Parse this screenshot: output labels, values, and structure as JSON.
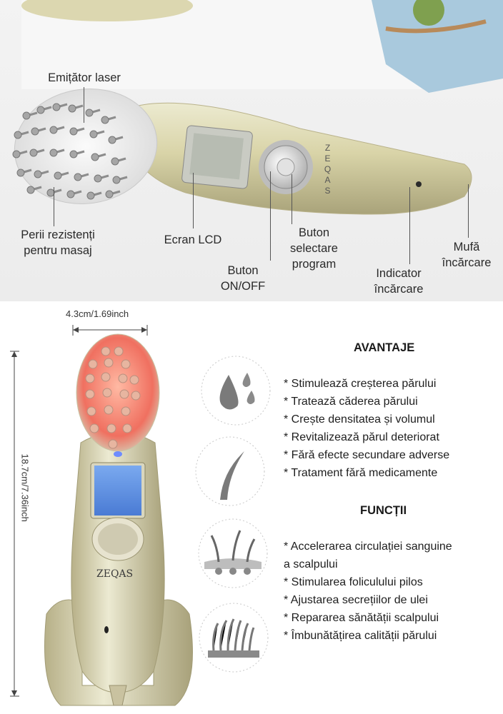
{
  "brand": "ZEQAS",
  "callouts": {
    "laser_emitter": "Emițător laser",
    "massage_bristles": [
      "Perii rezistenți",
      "pentru masaj"
    ],
    "lcd_screen": "Ecran LCD",
    "on_off_button": [
      "Buton",
      "ON/OFF"
    ],
    "program_button": [
      "Buton",
      "selectare",
      "program"
    ],
    "charge_indicator": [
      "Indicator",
      "încărcare"
    ],
    "charge_port": [
      "Mufă",
      "încărcare"
    ]
  },
  "dimensions": {
    "width": "4.3cm/1.69inch",
    "height": "18.7cm/7.36inch"
  },
  "advantages": {
    "title": "AVANTAJE",
    "items": [
      "* Stimulează creșterea părului",
      "* Tratează căderea părului",
      "* Crește densitatea și volumul",
      "* Revitalizează părul deteriorat",
      "* Fără efecte secundare adverse",
      "* Tratament fără medicamente"
    ]
  },
  "functions": {
    "title": "FUNCȚII",
    "items": [
      "* Accelerarea circulației sanguine",
      "a scalpului",
      "* Stimularea foliculului pilos",
      "* Ajustarea secrețiilor de ulei",
      "* Repararea sănătății scalpului",
      "* Îmbunătățirea calității părului"
    ]
  },
  "icons": [
    "water-drops-icon",
    "hair-strand-icon",
    "hair-follicle-icon",
    "hair-comb-icon"
  ],
  "colors": {
    "device_gold": "#d8d3a6",
    "icon_gray": "#7a7a7a",
    "laser_red": "#f07060"
  }
}
